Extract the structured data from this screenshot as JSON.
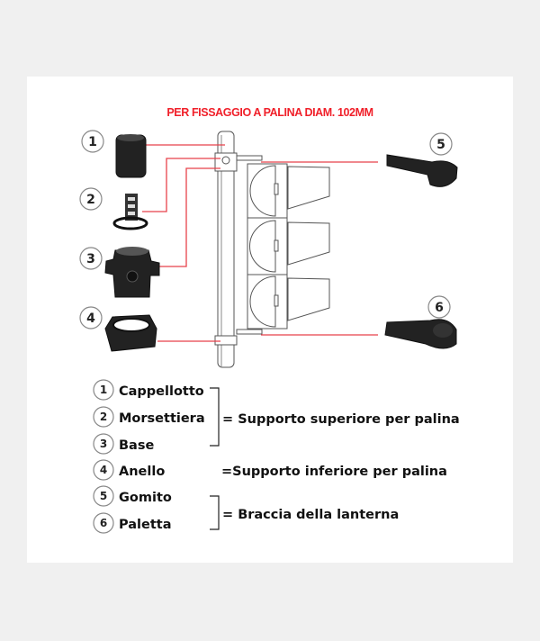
{
  "title": "PER FISSAGGIO A PALINA DIAM. 102MM",
  "callouts": [
    "1",
    "2",
    "3",
    "4",
    "5",
    "6"
  ],
  "legend": {
    "items": [
      {
        "num": "1",
        "label": "Cappellotto"
      },
      {
        "num": "2",
        "label": "Morsettiera"
      },
      {
        "num": "3",
        "label": "Base"
      },
      {
        "num": "4",
        "label": "Anello"
      },
      {
        "num": "5",
        "label": "Gomito"
      },
      {
        "num": "6",
        "label": "Paletta"
      }
    ],
    "groups": [
      "= Supporto superiore per palina",
      "=Supporto inferiore per palina",
      "= Braccia della lanterna"
    ]
  },
  "colors": {
    "accent": "#f0202a",
    "leader": "#e8424a",
    "part": "#222222"
  }
}
